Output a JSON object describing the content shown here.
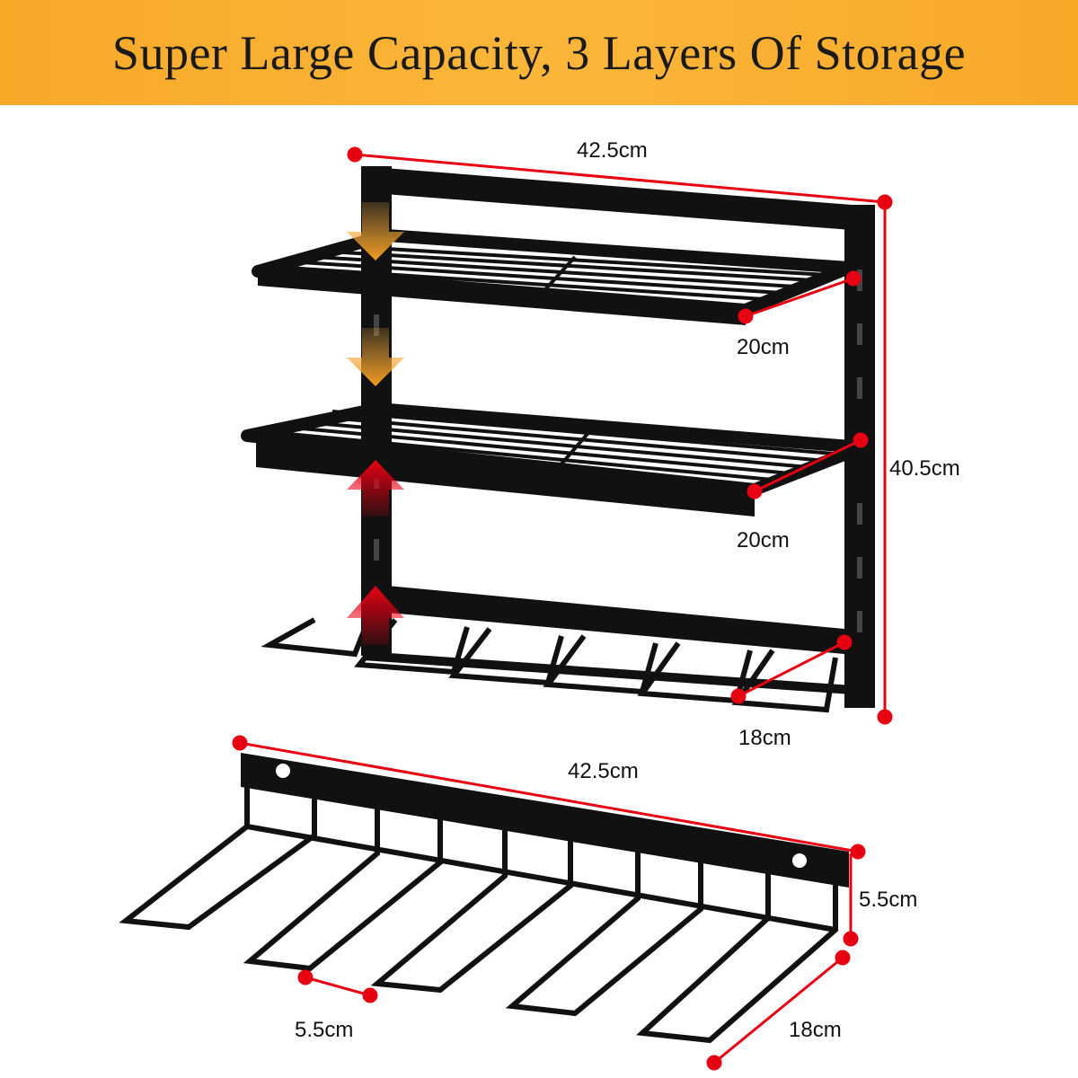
{
  "banner": {
    "title": "Super Large Capacity, 3 Layers Of Storage",
    "background_color": "#f9b031"
  },
  "colors": {
    "rack": "#111111",
    "dimension_line": "#e60012",
    "arrow_down": "#f29a1f",
    "arrow_up": "#e60012"
  },
  "dimensions": {
    "shelf_width_top": "42.5cm",
    "shelf_depth_1": "20cm",
    "shelf_depth_2": "20cm",
    "total_height": "40.5cm",
    "rack_depth_bottom": "18cm",
    "holder_width": "42.5cm",
    "holder_height": "5.5cm",
    "slot_gap": "5.5cm",
    "holder_depth": "18cm"
  },
  "icons": [
    "down-arrow-icon",
    "down-arrow-icon",
    "up-arrow-icon",
    "up-arrow-icon"
  ]
}
